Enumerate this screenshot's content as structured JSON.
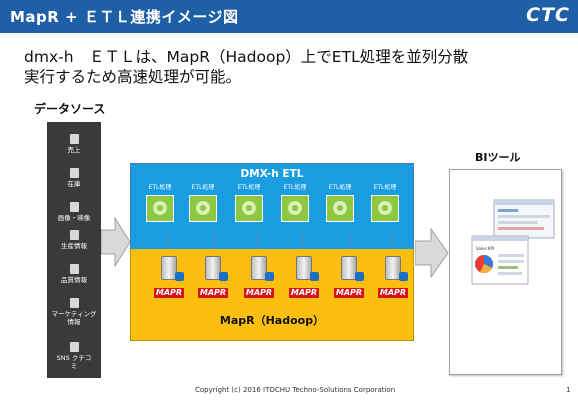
{
  "header": {
    "title": "MapR + ＥＴＬ連携イメージ図",
    "logo": "CTC",
    "brand_color": "#1f5fa6"
  },
  "subtitle": {
    "line1": "dmx-h　ＥＴＬは、MapR（Hadoop）上でETL処理を並列分散",
    "line2": "実行するため高速処理が可能。"
  },
  "source": {
    "label": "データソース",
    "items": [
      "売上",
      "在庫",
      "画像・映像",
      "生産情報",
      "品質情報",
      "マーケティング情報",
      "SNS クチコミ"
    ]
  },
  "dmx": {
    "title": "DMX-h ETL",
    "etl_labels": [
      "ETL処理",
      "ETL処理",
      "ETL処理",
      "ETL処理",
      "ETL処理",
      "ETL処理"
    ],
    "fill_color": "#1a9de0",
    "box_color": "#8dc63f"
  },
  "mapr": {
    "title": "MapR（Hadoop）",
    "node_logo": "MAPR",
    "fill_color": "#fdbf0f"
  },
  "bi": {
    "label": "BIツール",
    "chart_title": "Sales KPI"
  },
  "footer": {
    "copyright": "Copyright (c) 2016 ITOCHU Techno-Solutions Corporation",
    "page": "1"
  }
}
